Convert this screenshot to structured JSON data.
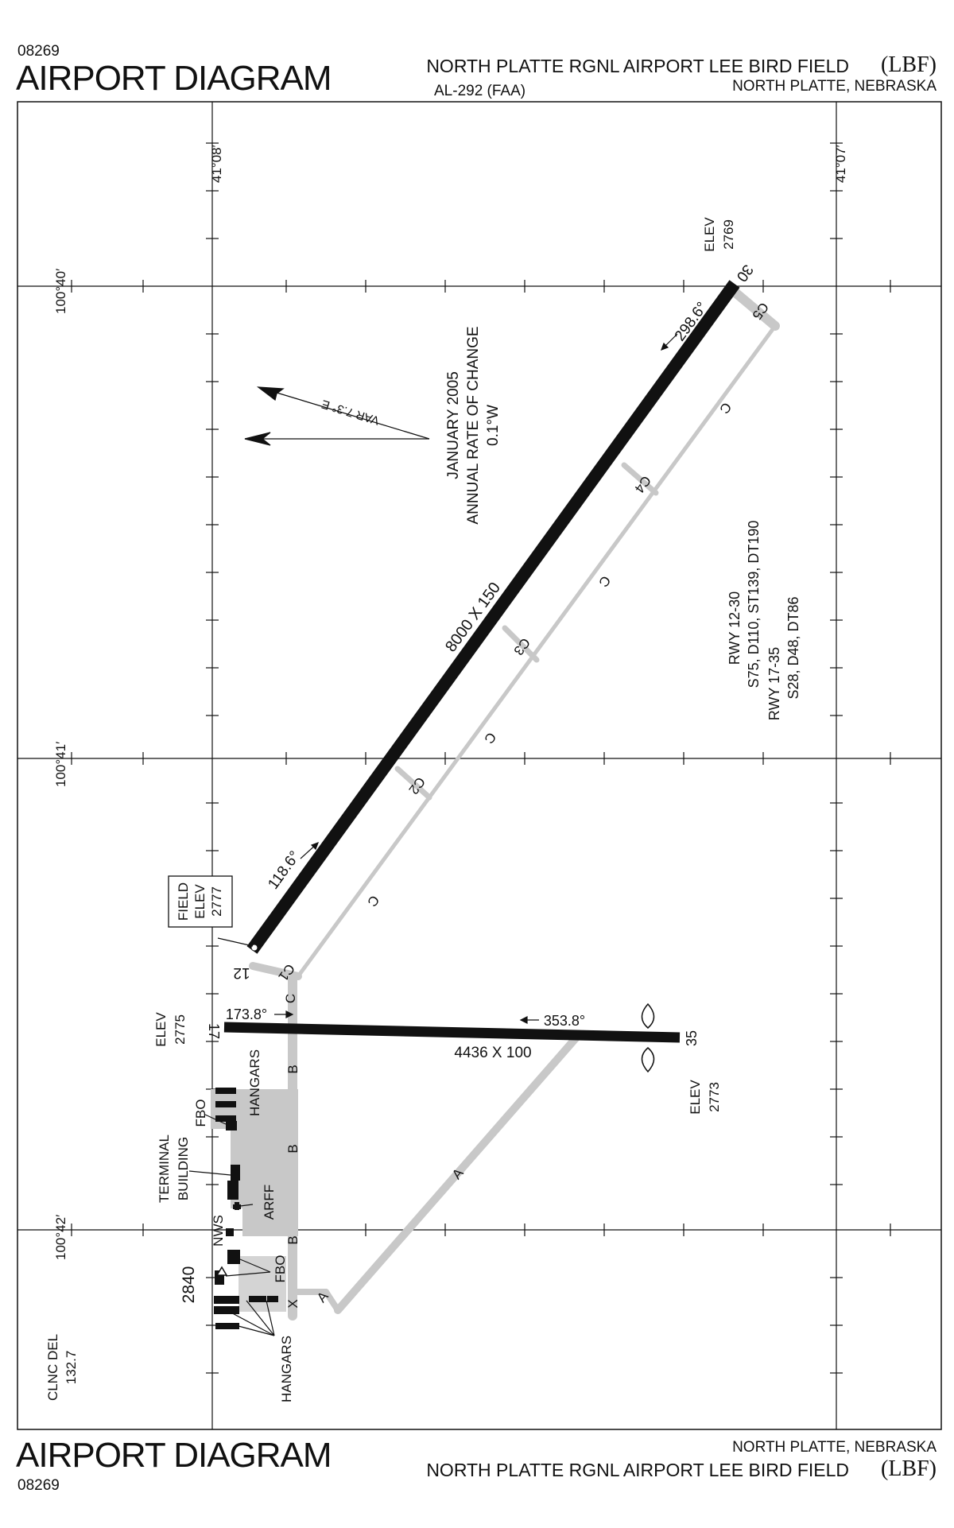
{
  "header": {
    "chart_code": "08269",
    "title": "AIRPORT DIAGRAM",
    "airport_name": "NORTH PLATTE RGNL AIRPORT LEE BIRD FIELD",
    "airport_id": "(LBF)",
    "procedure_id": "AL-292 (FAA)",
    "city": "NORTH PLATTE, NEBRASKA"
  },
  "footer": {
    "title": "AIRPORT DIAGRAM",
    "chart_code": "08269",
    "city": "NORTH PLATTE, NEBRASKA",
    "airport_name": "NORTH PLATTE RGNL AIRPORT LEE BIRD FIELD",
    "airport_id": "(LBF)"
  },
  "grid": {
    "lat_labels": [
      "41°08′",
      "41°07′"
    ],
    "lon_labels": [
      "100°40′",
      "100°41′",
      "100°42′"
    ]
  },
  "magnetic": {
    "var_label": "VAR 7.3° E",
    "epoch": "JANUARY 2005",
    "rate_label": "ANNUAL RATE OF CHANGE",
    "rate_value": "0.1°W"
  },
  "runways": {
    "rwy_12_30": {
      "dimensions": "8000 X 150",
      "end_12": "12",
      "end_30": "30",
      "heading_12": "118.6°",
      "heading_30": "298.6°",
      "elev_30_label": "ELEV",
      "elev_30": "2769"
    },
    "rwy_17_35": {
      "dimensions": "4436 X 100",
      "end_17": "17",
      "end_35": "35",
      "heading_17": "173.8°",
      "heading_35": "353.8°",
      "elev_17_label": "ELEV",
      "elev_17": "2775",
      "elev_35_label": "ELEV",
      "elev_35": "2773"
    }
  },
  "field_elev": {
    "line1": "FIELD",
    "line2": "ELEV",
    "value": "2777"
  },
  "pavement": {
    "line1": "RWY 12-30",
    "line2": "S75, D110, ST139, DT190",
    "line3": "RWY 17-35",
    "line4": "S28, D48, DT86"
  },
  "taxiways": {
    "c": "C",
    "c1": "C1",
    "c2": "C2",
    "c3": "C3",
    "c4": "C4",
    "c5": "C5",
    "b": "B",
    "a": "A",
    "x": "X"
  },
  "facilities": {
    "hangars": "HANGARS",
    "fbo": "FBO",
    "terminal_line1": "TERMINAL",
    "terminal_line2": "BUILDING",
    "arff": "ARFF",
    "nws": "NWS",
    "obstacle": "2840"
  },
  "comms": {
    "label": "CLNC DEL",
    "freq": "132.7"
  }
}
